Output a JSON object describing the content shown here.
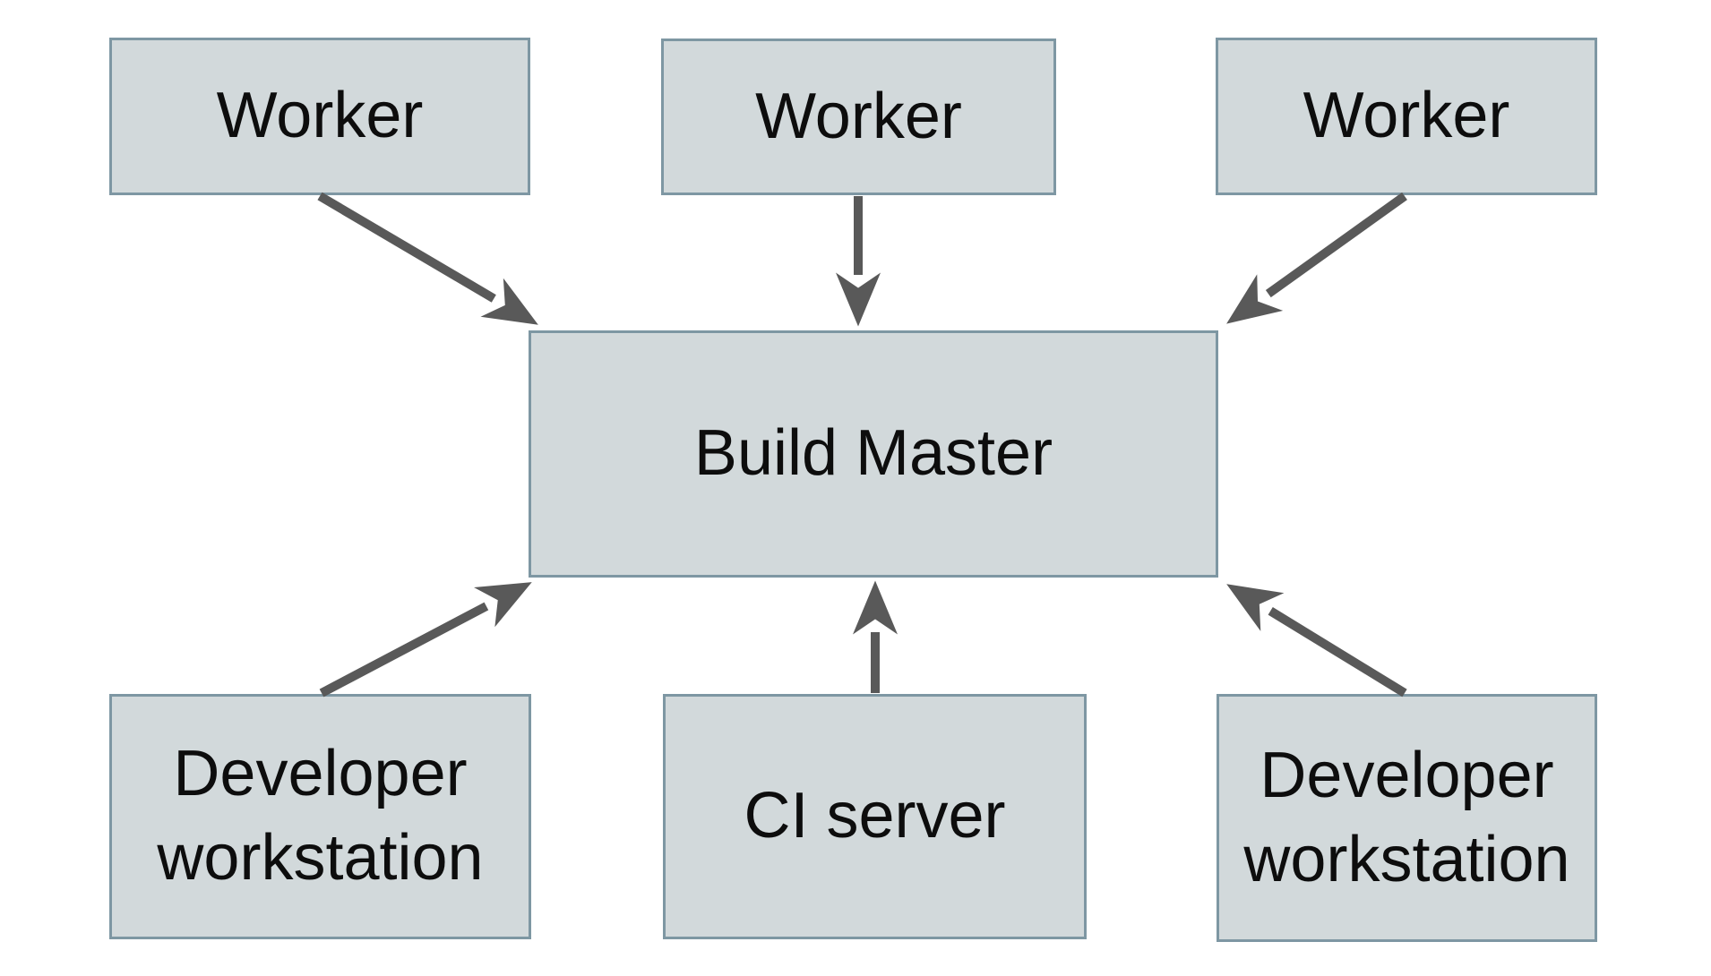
{
  "diagram": {
    "type": "architecture-diagram",
    "background_color": "#ffffff",
    "node_fill_color": "#d2d9db",
    "node_border_color": "#7e97a3",
    "arrow_color": "#595959",
    "text_color": "#0d0d0d",
    "nodes": {
      "worker_left": {
        "label": "Worker"
      },
      "worker_center": {
        "label": "Worker"
      },
      "worker_right": {
        "label": "Worker"
      },
      "build_master": {
        "label": "Build Master"
      },
      "developer_workstation_left": {
        "label": "Developer workstation"
      },
      "ci_server": {
        "label": "CI server"
      },
      "developer_workstation_right": {
        "label": "Developer workstation"
      }
    },
    "edges": [
      {
        "from": "worker_left",
        "to": "build_master",
        "direction": "down-right"
      },
      {
        "from": "worker_center",
        "to": "build_master",
        "direction": "down"
      },
      {
        "from": "worker_right",
        "to": "build_master",
        "direction": "down-left"
      },
      {
        "from": "developer_workstation_left",
        "to": "build_master",
        "direction": "up-right"
      },
      {
        "from": "ci_server",
        "to": "build_master",
        "direction": "up"
      },
      {
        "from": "developer_workstation_right",
        "to": "build_master",
        "direction": "up-left"
      }
    ]
  }
}
